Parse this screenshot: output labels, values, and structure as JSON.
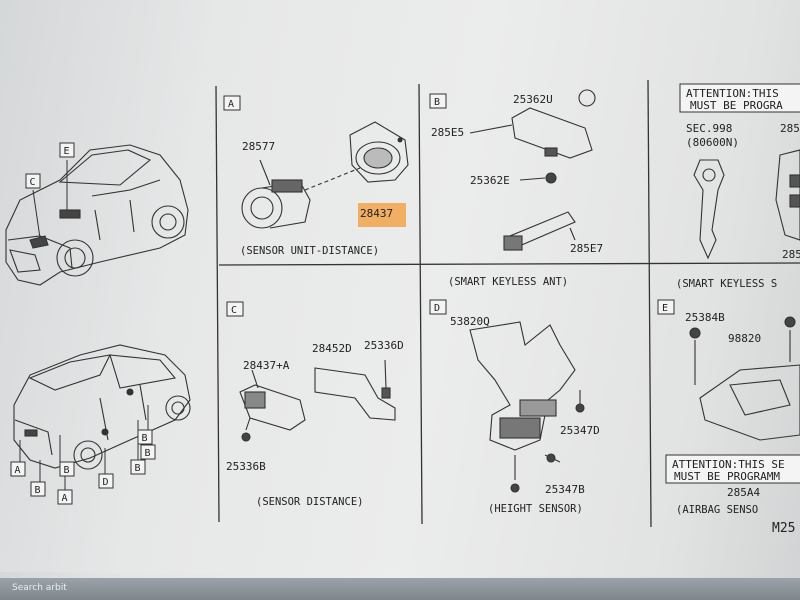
{
  "panels": {
    "A": {
      "letter": "A",
      "caption": "(SENSOR UNIT-DISTANCE)",
      "parts": [
        "28577",
        "28437"
      ]
    },
    "B": {
      "letter": "B",
      "caption": "(SMART KEYLESS ANT)",
      "parts": [
        "25362U",
        "285E5",
        "25362E",
        "285E7"
      ]
    },
    "C": {
      "letter": "C",
      "caption": "(SENSOR DISTANCE)",
      "parts": [
        "28437+A",
        "28452D",
        "25336D",
        "25336B"
      ]
    },
    "D": {
      "letter": "D",
      "caption": "(HEIGHT SENSOR)",
      "parts": [
        "53820Q",
        "25347D",
        "25347B"
      ]
    },
    "E": {
      "letter": "E",
      "caption": "(AIRBAG SENSO",
      "parts": [
        "25384B",
        "98820",
        "285A4"
      ]
    },
    "R": {
      "caption": "(SMART KEYLESS S",
      "attention": [
        "ATTENTION:THIS",
        "MUST BE PROGRA"
      ],
      "parts": [
        "SEC.998",
        "(80600N)",
        "285",
        "285"
      ]
    }
  },
  "airbag_attention": [
    "ATTENTION:THIS SE",
    "MUST BE PROGRAMM"
  ],
  "page_code": "M25",
  "car_tags": [
    "E",
    "C",
    "B",
    "B",
    "A",
    "B",
    "A",
    "D",
    "B",
    "B"
  ],
  "taskbar_text": "Search arbit"
}
